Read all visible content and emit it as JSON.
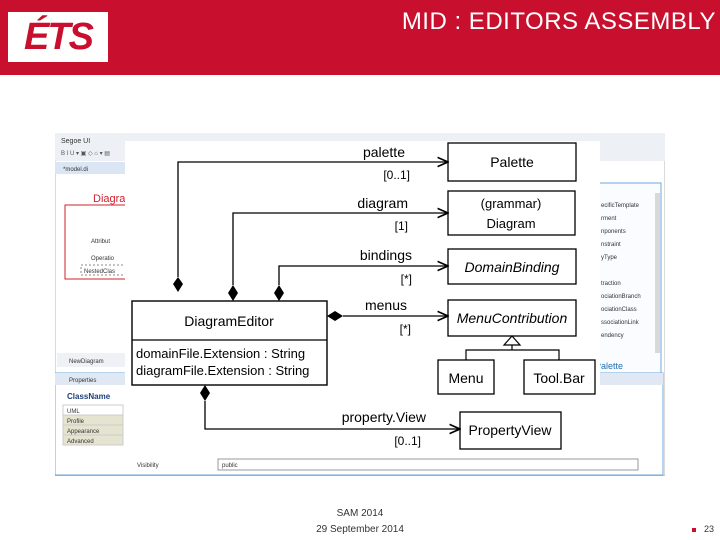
{
  "header": {
    "logo_text": "ÉTS",
    "title": "MID : EDITORS ASSEMBLY",
    "accent_color": "#c8102e"
  },
  "diagram": {
    "main_class": {
      "name": "DiagramEditor",
      "attributes": [
        "domainFile.Extension : String",
        "diagramFile.Extension : String"
      ]
    },
    "classes": {
      "palette": "Palette",
      "diagram_stereotype": "(grammar)",
      "diagram": "Diagram",
      "domain_binding": "DomainBinding",
      "menu_contribution": "MenuContribution",
      "menu": "Menu",
      "toolbar": "Tool.Bar",
      "property_view": "PropertyView"
    },
    "associations": [
      {
        "role": "palette",
        "multiplicity": "[0..1]"
      },
      {
        "role": "diagram",
        "multiplicity": "[1]"
      },
      {
        "role": "bindings",
        "multiplicity": "[*]"
      },
      {
        "role": "menus",
        "multiplicity": "[*]"
      },
      {
        "role": "property.View",
        "multiplicity": "[0..1]"
      }
    ]
  },
  "background_ui": {
    "toolbar_font": "Segoe UI",
    "tab1": "*model.di",
    "canvas_label": "Diagra",
    "left_items": [
      "Attribut",
      "Operatio",
      "NestedClas"
    ],
    "right_items": [
      "ecificTemplate",
      "rment",
      "nponents",
      "nstraint",
      "yType",
      "traction",
      "ociationBranch",
      "ociationClass",
      "ssociationLink",
      "endency"
    ],
    "right_footer": "Palette",
    "new_diagram": "NewDiagram",
    "props_title": "Properties",
    "props_header": "ClassName",
    "props_tabs": [
      "UML",
      "Profile",
      "Appearance",
      "Advanced"
    ],
    "visibility_label": "Visibility",
    "visibility_value": "public"
  },
  "footer": {
    "line1": "SAM 2014",
    "line2": "29 September 2014",
    "page_number": "23"
  }
}
